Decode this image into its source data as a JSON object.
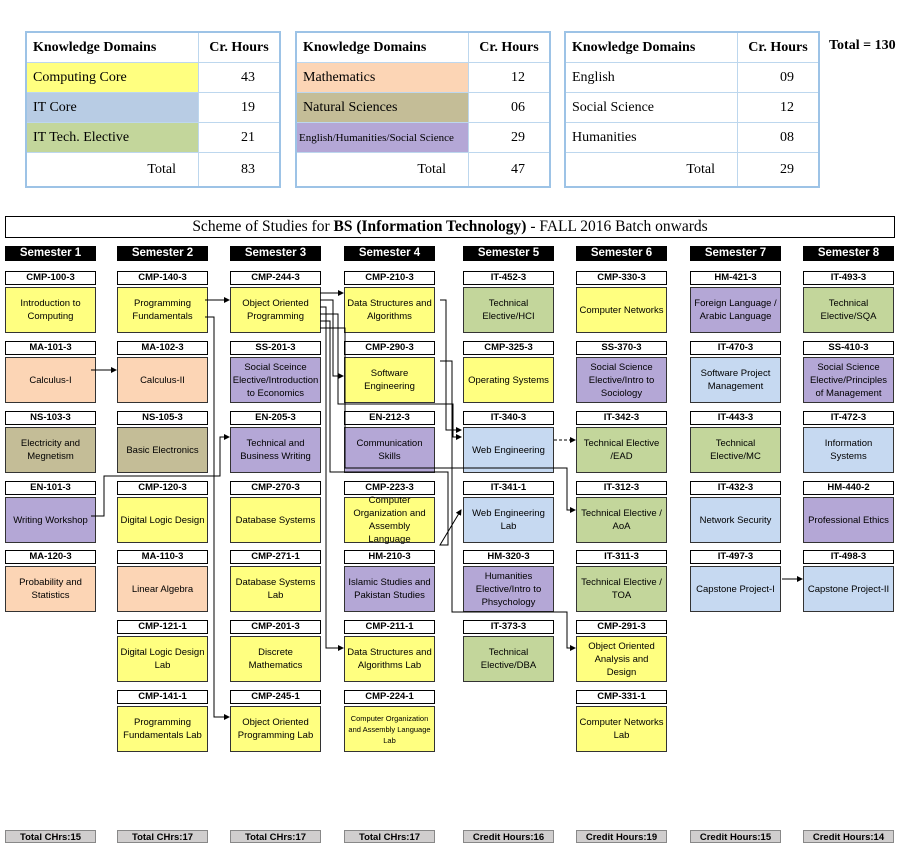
{
  "knowledge_tables": [
    {
      "header": {
        "domain": "Knowledge Domains",
        "hours": "Cr. Hours"
      },
      "rows": [
        {
          "domain": "Computing Core",
          "hours": "43",
          "color": "#ffff80"
        },
        {
          "domain": "IT Core",
          "hours": "19",
          "color": "#b8cce4"
        },
        {
          "domain": "IT Tech. Elective",
          "hours": "21",
          "color": "#c3d69b"
        }
      ],
      "total": {
        "label": "Total",
        "hours": "83"
      }
    },
    {
      "header": {
        "domain": "Knowledge Domains",
        "hours": "Cr. Hours"
      },
      "rows": [
        {
          "domain": "Mathematics",
          "hours": "12",
          "color": "#fcd5b5"
        },
        {
          "domain": "Natural Sciences",
          "hours": "06",
          "color": "#c4bd97"
        },
        {
          "domain": "English/Humanities/Social Science",
          "hours": "29",
          "color": "#b4a7d6"
        }
      ],
      "total": {
        "label": "Total",
        "hours": "47"
      }
    },
    {
      "header": {
        "domain": "Knowledge Domains",
        "hours": "Cr. Hours"
      },
      "rows": [
        {
          "domain": "English",
          "hours": "09",
          "color": "#ffffff"
        },
        {
          "domain": "Social Science",
          "hours": "12",
          "color": "#ffffff"
        },
        {
          "domain": "Humanities",
          "hours": "08",
          "color": "#ffffff"
        }
      ],
      "total": {
        "label": "Total",
        "hours": "29"
      }
    }
  ],
  "grand_total": "Total = 130",
  "title": {
    "prefix": "Scheme of Studies for ",
    "bold": "BS (Information Technology)",
    "suffix": " - FALL 2016 Batch onwards"
  },
  "semesters": [
    {
      "name": "Semester 1",
      "total": "Total CHrs:15",
      "courses": [
        {
          "code": "CMP-100-3",
          "name": "Introduction to Computing",
          "color": "yellow"
        },
        {
          "code": "MA-101-3",
          "name": "Calculus-I",
          "color": "orange"
        },
        {
          "code": "NS-103-3",
          "name": "Electricity and Megnetism",
          "color": "khaki"
        },
        {
          "code": "EN-101-3",
          "name": "Writing Workshop",
          "color": "purple"
        },
        {
          "code": "MA-120-3",
          "name": "Probability and Statistics",
          "color": "orange"
        }
      ]
    },
    {
      "name": "Semester 2",
      "total": "Total CHrs:17",
      "courses": [
        {
          "code": "CMP-140-3",
          "name": "Programming Fundamentals",
          "color": "yellow"
        },
        {
          "code": "MA-102-3",
          "name": "Calculus-II",
          "color": "orange"
        },
        {
          "code": "NS-105-3",
          "name": "Basic Electronics",
          "color": "khaki"
        },
        {
          "code": "CMP-120-3",
          "name": "Digital Logic Design",
          "color": "yellow"
        },
        {
          "code": "MA-110-3",
          "name": "Linear Algebra",
          "color": "orange"
        },
        {
          "code": "CMP-121-1",
          "name": "Digital Logic Design Lab",
          "color": "yellow"
        },
        {
          "code": "CMP-141-1",
          "name": "Programming Fundamentals Lab",
          "color": "yellow"
        }
      ]
    },
    {
      "name": "Semester 3",
      "total": "Total CHrs:17",
      "courses": [
        {
          "code": "CMP-244-3",
          "name": "Object Oriented Programming",
          "color": "yellow"
        },
        {
          "code": "SS-201-3",
          "name": "Social Sceince Elective/Introduction to Economics",
          "color": "purple"
        },
        {
          "code": "EN-205-3",
          "name": "Technical and Business Writing",
          "color": "purple"
        },
        {
          "code": "CMP-270-3",
          "name": "Database Systems",
          "color": "yellow"
        },
        {
          "code": "CMP-271-1",
          "name": "Database Systems Lab",
          "color": "yellow"
        },
        {
          "code": "CMP-201-3",
          "name": "Discrete Mathematics",
          "color": "yellow"
        },
        {
          "code": "CMP-245-1",
          "name": "Object Oriented Programming Lab",
          "color": "yellow"
        }
      ]
    },
    {
      "name": "Semester 4",
      "total": "Total CHrs:17",
      "courses": [
        {
          "code": "CMP-210-3",
          "name": "Data Structures and Algorithms",
          "color": "yellow"
        },
        {
          "code": "CMP-290-3",
          "name": "Software Engineering",
          "color": "yellow"
        },
        {
          "code": "EN-212-3",
          "name": "Communication Skills",
          "color": "purple"
        },
        {
          "code": "CMP-223-3",
          "name": "Computer Organization and Assembly Language",
          "color": "yellow"
        },
        {
          "code": "HM-210-3",
          "name": "Islamic Studies and Pakistan Studies",
          "color": "purple"
        },
        {
          "code": "CMP-211-1",
          "name": "Data Structures and Algorithms Lab",
          "color": "yellow"
        },
        {
          "code": "CMP-224-1",
          "name": "Computer Organization and Assembly Language Lab",
          "color": "yellow",
          "small": true
        }
      ]
    },
    {
      "name": "Semester 5",
      "total": "Credit Hours:16",
      "courses": [
        {
          "code": "IT-452-3",
          "name": "Technical Elective/HCI",
          "color": "green"
        },
        {
          "code": "CMP-325-3",
          "name": "Operating Systems",
          "color": "yellow"
        },
        {
          "code": "IT-340-3",
          "name": "Web Engineering",
          "color": "blue"
        },
        {
          "code": "IT-341-1",
          "name": "Web Engineering Lab",
          "color": "blue"
        },
        {
          "code": "HM-320-3",
          "name": "Humanities Elective/Intro to Phsychology",
          "color": "purple"
        },
        {
          "code": "IT-373-3",
          "name": "Technical Elective/DBA",
          "color": "green"
        }
      ]
    },
    {
      "name": "Semester 6",
      "total": "Credit Hours:19",
      "courses": [
        {
          "code": "CMP-330-3",
          "name": "Computer Networks",
          "color": "yellow"
        },
        {
          "code": "SS-370-3",
          "name": "Social Science Elective/Intro to Sociology",
          "color": "purple"
        },
        {
          "code": "IT-342-3",
          "name": "Technical Elective /EAD",
          "color": "green"
        },
        {
          "code": "IT-312-3",
          "name": "Technical Elective / AoA",
          "color": "green"
        },
        {
          "code": "IT-311-3",
          "name": "Technical Elective / TOA",
          "color": "green"
        },
        {
          "code": "CMP-291-3",
          "name": "Object Oriented Analysis and Design",
          "color": "yellow"
        },
        {
          "code": "CMP-331-1",
          "name": "Computer Networks Lab",
          "color": "yellow"
        }
      ]
    },
    {
      "name": "Semester 7",
      "total": "Credit Hours:15",
      "courses": [
        {
          "code": "HM-421-3",
          "name": "Foreign Language / Arabic Language",
          "color": "purple"
        },
        {
          "code": "IT-470-3",
          "name": "Software Project Management",
          "color": "blue"
        },
        {
          "code": "IT-443-3",
          "name": "Technical Elective/MC",
          "color": "green"
        },
        {
          "code": "IT-432-3",
          "name": "Network Security",
          "color": "blue"
        },
        {
          "code": "IT-497-3",
          "name": "Capstone Project-I",
          "color": "blue"
        }
      ]
    },
    {
      "name": "Semester 8",
      "total": "Credit Hours:14",
      "courses": [
        {
          "code": "IT-493-3",
          "name": "Technical Elective/SQA",
          "color": "green"
        },
        {
          "code": "SS-410-3",
          "name": "Social Science Elective/Principles of Management",
          "color": "purple"
        },
        {
          "code": "IT-472-3",
          "name": "Information Systems",
          "color": "blue"
        },
        {
          "code": "HM-440-2",
          "name": "Professional Ethics",
          "color": "purple"
        },
        {
          "code": "IT-498-3",
          "name": "Capstone Project-II",
          "color": "blue"
        }
      ]
    }
  ]
}
